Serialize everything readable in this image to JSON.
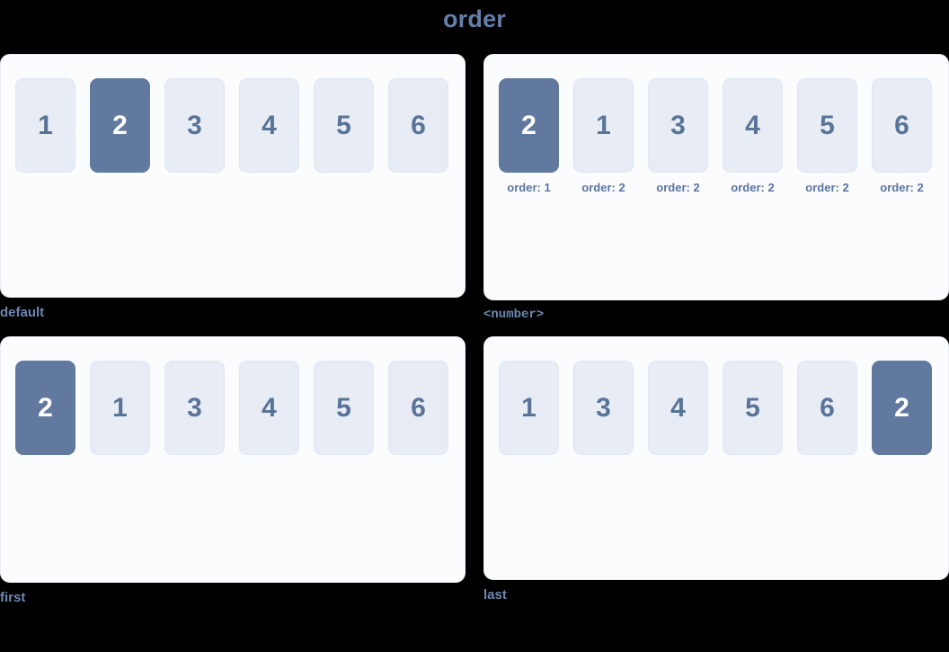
{
  "title": "order",
  "colors": {
    "background": "#000000",
    "panel_background": "#fbfcfe",
    "panel_border": "#e9eef6",
    "card_background": "#e7ecf5",
    "card_text": "#5a7498",
    "card_active_background": "#61799f",
    "card_active_text": "#ffffff",
    "title_text": "#647fa8",
    "label_text": "#6c87b0",
    "note_text": "#5c74a0"
  },
  "demos": [
    {
      "id": "default",
      "label": "default",
      "label_style": "sans",
      "cards": [
        {
          "value": "1",
          "active": false,
          "note": ""
        },
        {
          "value": "2",
          "active": true,
          "note": ""
        },
        {
          "value": "3",
          "active": false,
          "note": ""
        },
        {
          "value": "4",
          "active": false,
          "note": ""
        },
        {
          "value": "5",
          "active": false,
          "note": ""
        },
        {
          "value": "6",
          "active": false,
          "note": ""
        }
      ]
    },
    {
      "id": "number",
      "label": "<number>",
      "label_style": "mono",
      "cards": [
        {
          "value": "2",
          "active": true,
          "note": "order: 1"
        },
        {
          "value": "1",
          "active": false,
          "note": "order: 2"
        },
        {
          "value": "3",
          "active": false,
          "note": "order: 2"
        },
        {
          "value": "4",
          "active": false,
          "note": "order: 2"
        },
        {
          "value": "5",
          "active": false,
          "note": "order: 2"
        },
        {
          "value": "6",
          "active": false,
          "note": "order: 2"
        }
      ]
    },
    {
      "id": "first",
      "label": "first",
      "label_style": "sans",
      "cards": [
        {
          "value": "2",
          "active": true,
          "note": ""
        },
        {
          "value": "1",
          "active": false,
          "note": ""
        },
        {
          "value": "3",
          "active": false,
          "note": ""
        },
        {
          "value": "4",
          "active": false,
          "note": ""
        },
        {
          "value": "5",
          "active": false,
          "note": ""
        },
        {
          "value": "6",
          "active": false,
          "note": ""
        }
      ]
    },
    {
      "id": "last",
      "label": "last",
      "label_style": "sans",
      "cards": [
        {
          "value": "1",
          "active": false,
          "note": ""
        },
        {
          "value": "3",
          "active": false,
          "note": ""
        },
        {
          "value": "4",
          "active": false,
          "note": ""
        },
        {
          "value": "5",
          "active": false,
          "note": ""
        },
        {
          "value": "6",
          "active": false,
          "note": ""
        },
        {
          "value": "2",
          "active": true,
          "note": ""
        }
      ]
    }
  ]
}
